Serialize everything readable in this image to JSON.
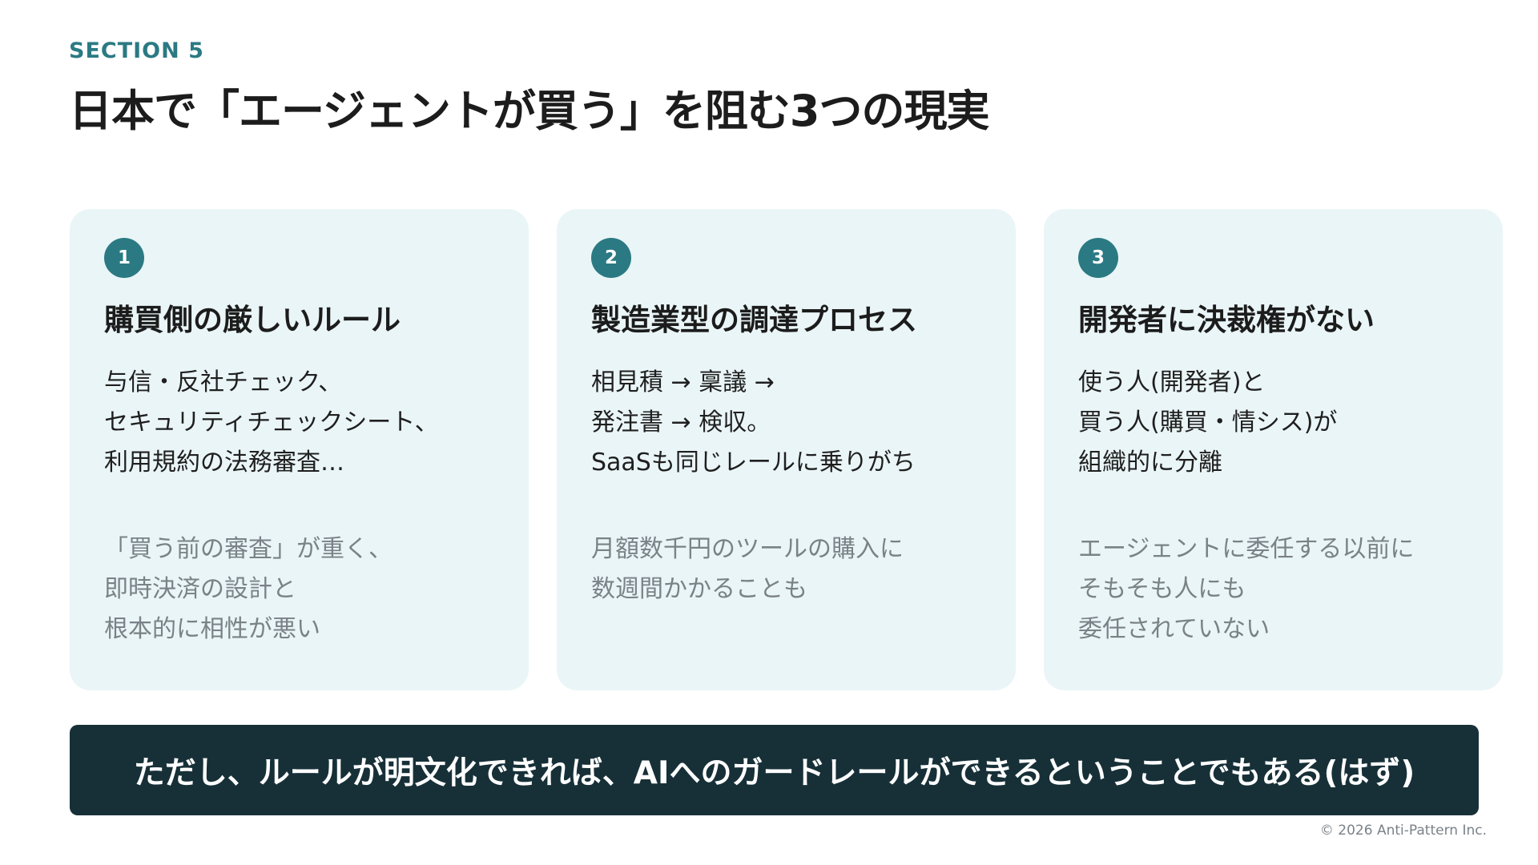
{
  "header": {
    "section_label": "SECTION 5",
    "title": "日本で「エージェントが買う」を阻む3つの現実"
  },
  "cards": [
    {
      "number": "1",
      "title": "購買側の厳しいルール",
      "body": [
        "与信・反社チェック、",
        "セキュリティチェックシート、",
        "利用規約の法務審査…"
      ],
      "note": [
        "「買う前の審査」が重く、",
        "即時決済の設計と",
        "根本的に相性が悪い"
      ]
    },
    {
      "number": "2",
      "title": "製造業型の調達プロセス",
      "body": [
        "相見積 → 稟議 →",
        "発注書 → 検収。",
        "SaaSも同じレールに乗りがち"
      ],
      "note": [
        "月額数千円のツールの購入に",
        "数週間かかることも"
      ]
    },
    {
      "number": "3",
      "title": "開発者に決裁権がない",
      "body": [
        "使う人(開発者)と",
        "買う人(購買・情シス)が",
        "組織的に分離"
      ],
      "note": [
        "エージェントに委任する以前に",
        "そもそも人にも",
        "委任されていない"
      ]
    }
  ],
  "callout": {
    "text": "ただし、ルールが明文化できれば、AIへのガードレールができるということでもある(はず)"
  },
  "footer": {
    "copyright": "© 2026 Anti-Pattern Inc."
  },
  "colors": {
    "accent": "#2b7a83",
    "card_background": "#eaf5f7",
    "callout_background": "#173038"
  }
}
